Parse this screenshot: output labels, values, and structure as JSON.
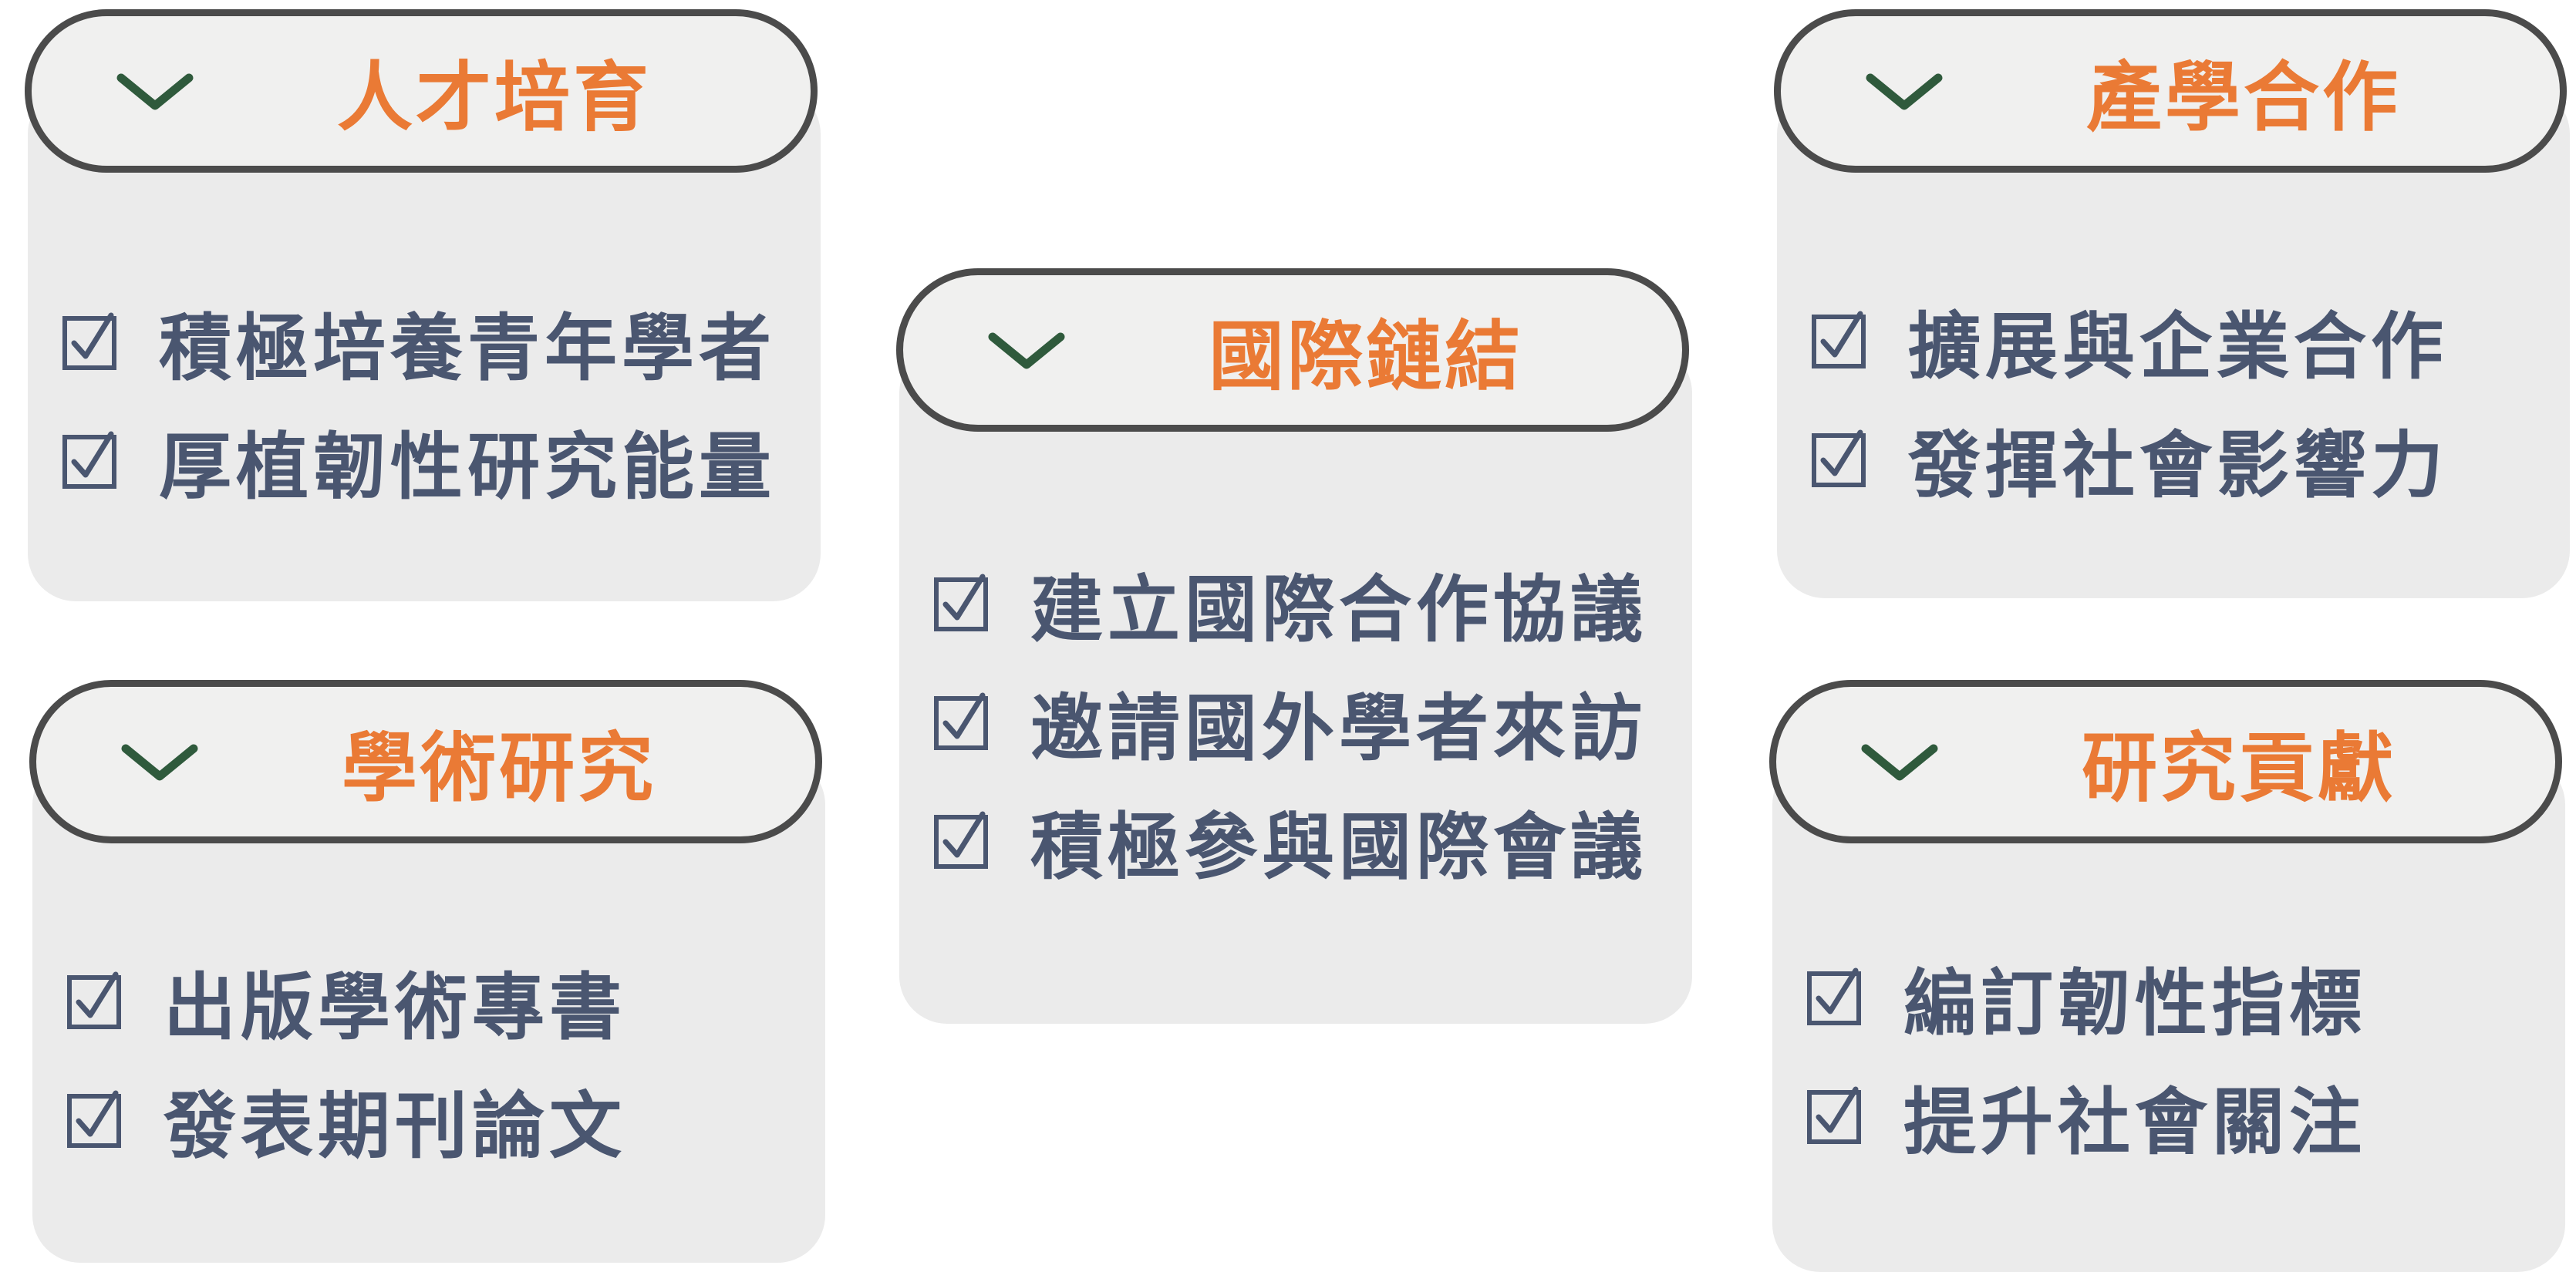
{
  "cards": [
    {
      "title": "人才培育",
      "items": [
        "積極培養青年學者",
        "厚植韌性研究能量"
      ]
    },
    {
      "title": "學術研究",
      "items": [
        "出版學術專書",
        "發表期刊論文"
      ]
    },
    {
      "title": "國際鏈結",
      "items": [
        "建立國際合作協議",
        "邀請國外學者來訪",
        "積極參與國際會議"
      ]
    },
    {
      "title": "產學合作",
      "items": [
        "擴展與企業合作",
        "發揮社會影響力"
      ]
    },
    {
      "title": "研究貢獻",
      "items": [
        "編訂韌性指標",
        "提升社會關注"
      ]
    }
  ],
  "colors": {
    "title": "#ea7a35",
    "item_text": "#4a5670",
    "chevron": "#2f5a3c",
    "card_fill": "#ebebeb",
    "header_fill": "#f0f0ef",
    "header_border": "#4b4b4b"
  }
}
